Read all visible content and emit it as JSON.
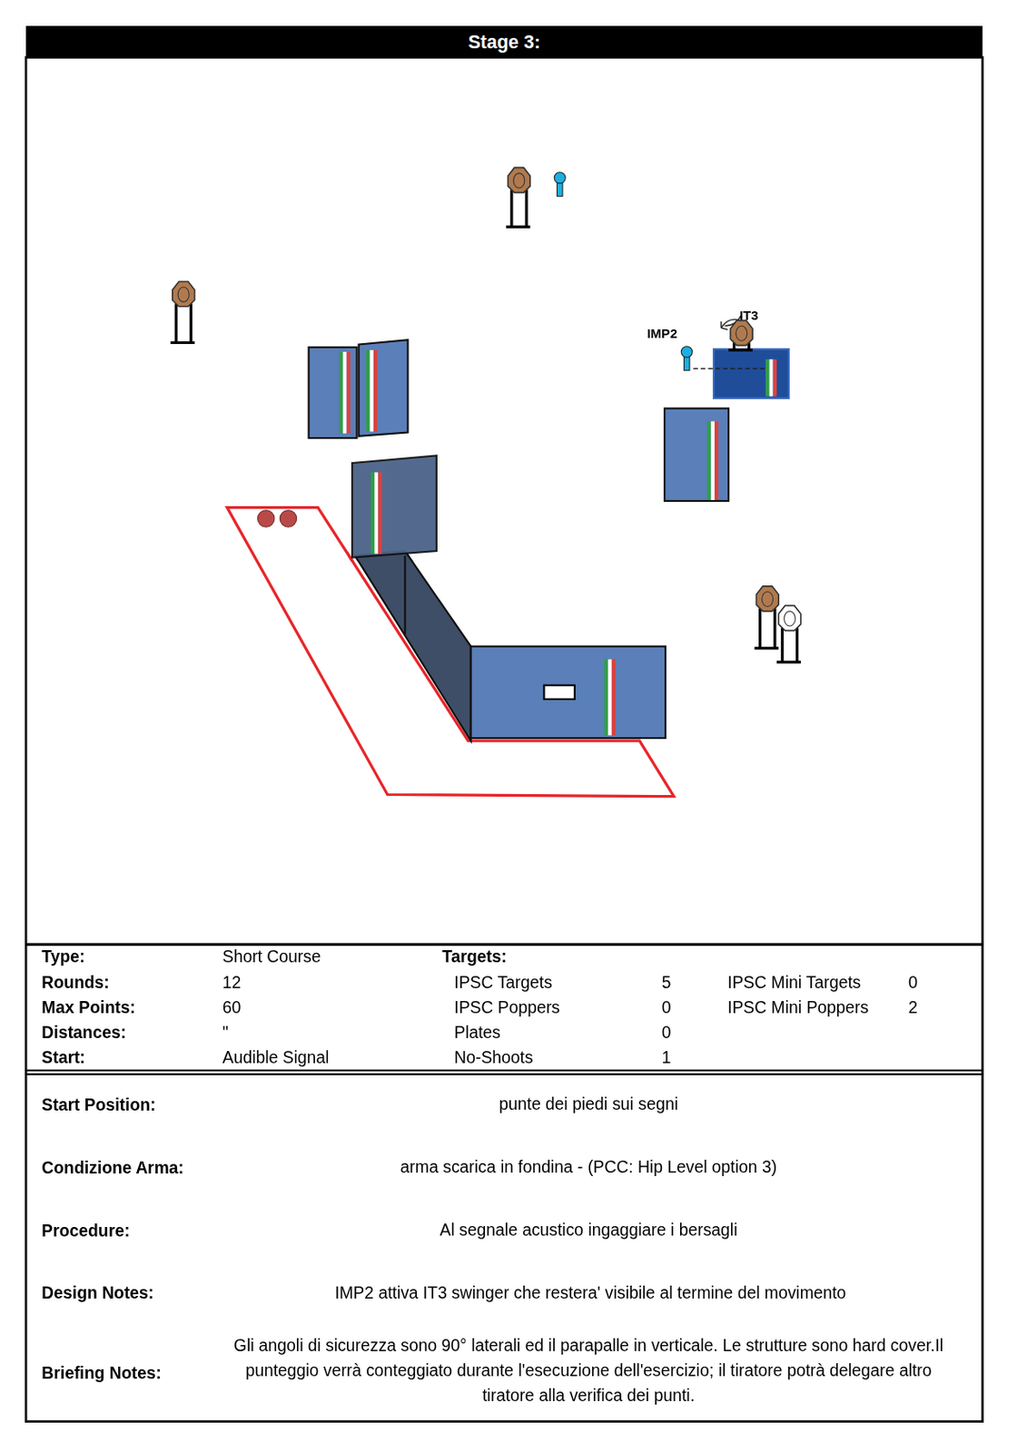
{
  "diagram": {
    "title": "Stage 3:",
    "labels": [
      "IT3",
      "IMP2",
      "Type:",
      "Short Course",
      "Targets:",
      "Rounds:",
      "12",
      "IPSC Targets",
      "5",
      "IPSC Mini Targets",
      "0",
      "Max Points:",
      "60",
      "IPSC Poppers",
      "0",
      "IPSC Mini Poppers",
      "2",
      "Distances:",
      "\"",
      "Plates",
      "0",
      "Start:",
      "Audible Signal",
      "No-Shoots",
      "1",
      "Start Position:",
      "punte dei piedi sui segni",
      "Condizione Arma:",
      "arma scarica in fondina - (PCC: Hip Level option 3)",
      "Procedure:",
      "Al segnale acustico ingaggiare i bersagli",
      "Design Notes:",
      "IMP2 attiva IT3 swinger che restera' visibile al termine del movimento",
      "Briefing Notes:",
      "Gli angoli di sicurezza sono 90° laterali ed il parapalle in verticale. Le strutture sono hard cover.Il punteggio verrà conteggiato durante l'esecuzione dell'esercizio; il tiratore potrà delegare altro tiratore alla verifica  dei punti."
    ]
  }
}
